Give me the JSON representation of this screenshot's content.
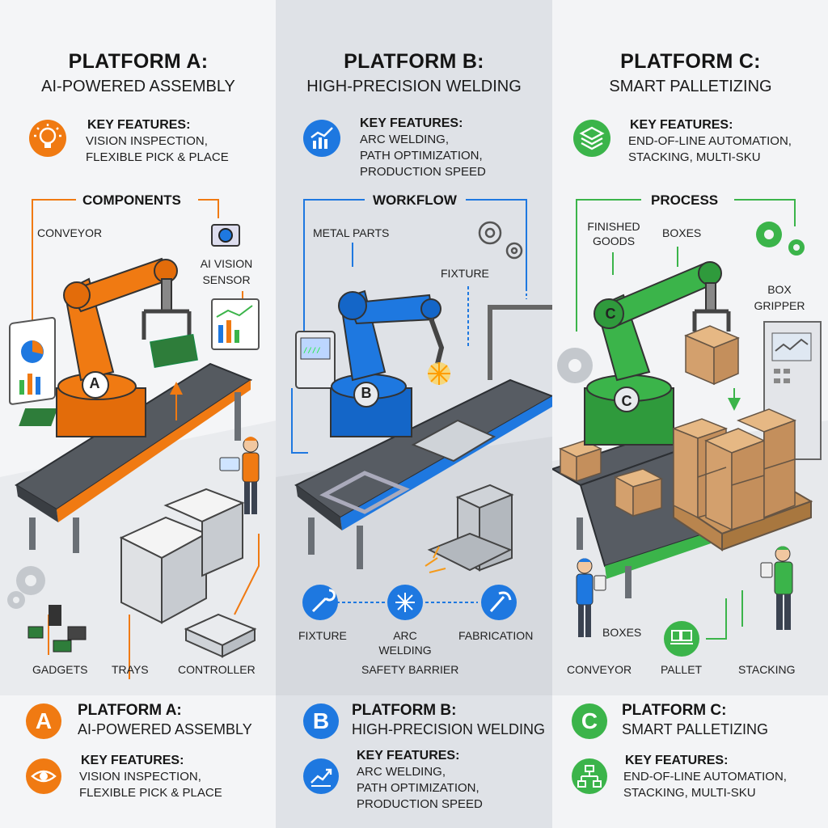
{
  "colors": {
    "orange": "#f07a12",
    "blue": "#1e78e0",
    "green": "#3bb44a",
    "steel": "#4a5057"
  },
  "platforms": [
    {
      "id": "a",
      "title": "PLATFORM A:",
      "subtitle": "AI-POWERED ASSEMBLY",
      "feature_icon": "lightbulb-icon",
      "key_features_label": "KEY FEATURES:",
      "key_features_lines": [
        "VISION INSPECTION,",
        "FLEXIBLE PICK & PLACE"
      ],
      "section_label": "COMPONENTS",
      "labels": {
        "conveyor": "CONVEYOR",
        "sensor_line1": "AI VISION",
        "sensor_line2": "SENSOR",
        "gadgets": "GADGETS",
        "trays": "TRAYS",
        "controller": "CONTROLLER"
      },
      "robot_letter": "A",
      "bottom_letter": "A",
      "bottom_title": "PLATFORM A:",
      "bottom_subtitle": "AI-POWERED ASSEMBLY",
      "bottom_feature_icon": "eye-icon",
      "bottom_features_label": "KEY FEATURES:",
      "bottom_features_lines": [
        "VISION INSPECTION,",
        "FLEXIBLE PICK & PLACE"
      ]
    },
    {
      "id": "b",
      "title": "PLATFORM B:",
      "subtitle": "HIGH-PRECISION WELDING",
      "feature_icon": "trend-chart-icon",
      "key_features_label": "KEY FEATURES:",
      "key_features_lines": [
        "ARC WELDING,",
        "PATH OPTIMIZATION,",
        "PRODUCTION SPEED"
      ],
      "section_label": "WORKFLOW",
      "labels": {
        "metal_parts": "METAL PARTS",
        "fixture_top": "FIXTURE",
        "fixture": "FIXTURE",
        "arc_line1": "ARC",
        "arc_line2": "WELDING",
        "fabrication": "FABRICATION",
        "safety_barrier": "SAFETY BARRIER"
      },
      "robot_letter": "B",
      "bottom_letter": "B",
      "bottom_title": "PLATFORM B:",
      "bottom_subtitle": "HIGH-PRECISION WELDING",
      "bottom_feature_icon": "trend-chart-icon",
      "bottom_features_label": "KEY FEATURES:",
      "bottom_features_lines": [
        "ARC WELDING,",
        "PATH OPTIMIZATION,",
        "PRODUCTION SPEED"
      ]
    },
    {
      "id": "c",
      "title": "PLATFORM C:",
      "subtitle": "SMART PALLETIZING",
      "feature_icon": "layers-icon",
      "key_features_label": "KEY FEATURES:",
      "key_features_lines": [
        "END-OF-LINE AUTOMATION,",
        "STACKING, MULTI-SKU"
      ],
      "section_label": "PROCESS",
      "labels": {
        "finished_line1": "FINISHED",
        "finished_line2": "GOODS",
        "boxes_top": "BOXES",
        "gripper_line1": "BOX",
        "gripper_line2": "GRIPPER",
        "boxes": "BOXES",
        "conveyor": "CONVEYOR",
        "pallet": "PALLET",
        "stacking": "STACKING"
      },
      "robot_letter": "C",
      "bottom_letter": "C",
      "bottom_title": "PLATFORM C:",
      "bottom_subtitle": "SMART PALLETIZING",
      "bottom_feature_icon": "flowchart-icon",
      "bottom_features_label": "KEY FEATURES:",
      "bottom_features_lines": [
        "END-OF-LINE AUTOMATION,",
        "STACKING, MULTI-SKU"
      ]
    }
  ]
}
